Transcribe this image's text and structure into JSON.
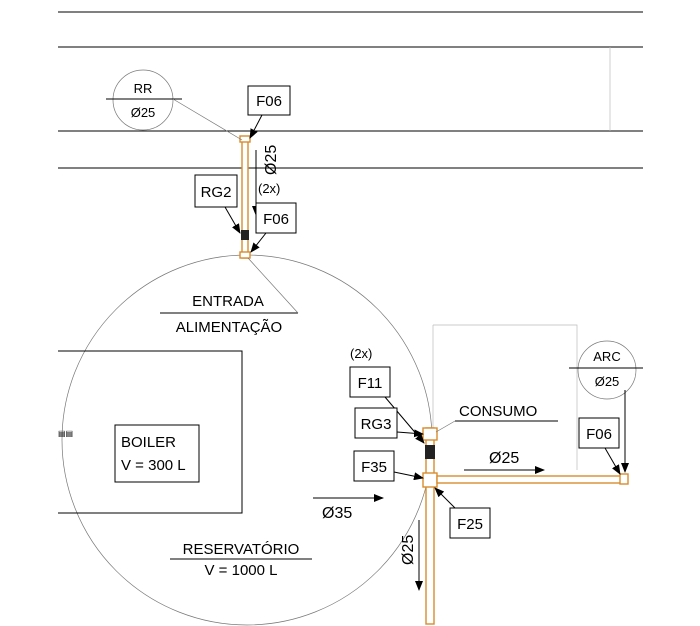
{
  "labels": {
    "rr_top": "RR",
    "rr_bottom": "Ø25",
    "f06_top": "F06",
    "dia_vertical_top": "Ø25",
    "rg2": "RG2",
    "count_2x_top": "(2x)",
    "f06_mid": "F06",
    "entrada_line1": "ENTRADA",
    "entrada_line2": "ALIMENTAÇÃO",
    "count_2x_right": "(2x)",
    "f11": "F11",
    "consumo": "CONSUMO",
    "arc_top": "ARC",
    "arc_bottom": "Ø25",
    "rg3": "RG3",
    "f06_right": "F06",
    "dia_horizontal": "Ø25",
    "f35": "F35",
    "boiler_line1": "BOILER",
    "boiler_line2": "V = 300 L",
    "dia_35": "Ø35",
    "f25": "F25",
    "dia_vertical_bottom": "Ø25",
    "reservatorio_line1": "RESERVATÓRIO",
    "reservatorio_line2": "V = 1000 L"
  },
  "colors": {
    "pipe": "#d98c2e",
    "line": "#000000",
    "background": "#ffffff"
  }
}
